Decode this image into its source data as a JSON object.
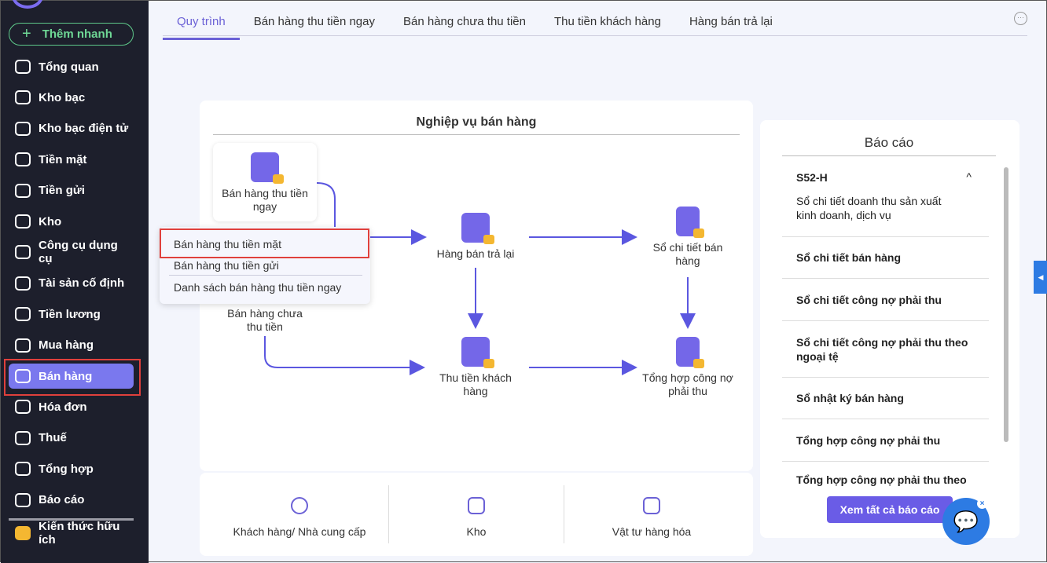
{
  "sidebar": {
    "quick_add": "Thêm nhanh",
    "items": [
      "Tổng quan",
      "Kho bạc",
      "Kho bạc điện tử",
      "Tiền mặt",
      "Tiền gửi",
      "Kho",
      "Công cụ dụng cụ",
      "Tài sản cố định",
      "Tiền lương",
      "Mua hàng",
      "Bán hàng",
      "Hóa đơn",
      "Thuế",
      "Tổng hợp",
      "Báo cáo"
    ],
    "active": "Bán hàng",
    "extra": "Kiến thức hữu ích"
  },
  "tabs": [
    "Quy trình",
    "Bán hàng thu tiền ngay",
    "Bán hàng chưa thu tiền",
    "Thu tiền khách hàng",
    "Hàng bán trả lại"
  ],
  "process": {
    "title": "Nghiệp vụ bán hàng",
    "nodes": {
      "cash_sale": "Bán hàng thu tiền ngay",
      "credit_sale": "Bán hàng chưa thu tiền",
      "returns": "Hàng bán trả lại",
      "sales_ledger": "Sổ chi tiết bán hàng",
      "collect": "Thu tiền khách hàng",
      "receivable_summary": "Tổng hợp công nợ phải thu"
    },
    "menu": [
      "Bán hàng thu tiền mặt",
      "Bán hàng thu tiền gửi",
      "Danh sách bán hàng thu tiền ngay"
    ]
  },
  "bottom": [
    "Khách hàng/ Nhà cung cấp",
    "Kho",
    "Vật tư hàng hóa"
  ],
  "reports": {
    "title": "Báo cáo",
    "first_code": "S52-H",
    "first_desc": "Sổ chi tiết doanh thu sản xuất kinh doanh, dịch vụ",
    "items": [
      "Sổ chi tiết bán hàng",
      "Sổ chi tiết công nợ phải thu",
      "Sổ chi tiết công nợ phải thu theo ngoại tệ",
      "Sổ nhật ký bán hàng",
      "Tổng hợp công nợ phải thu",
      "Tổng hợp công nợ phải thu theo"
    ],
    "view_all": "Xem tất cả báo cáo"
  }
}
